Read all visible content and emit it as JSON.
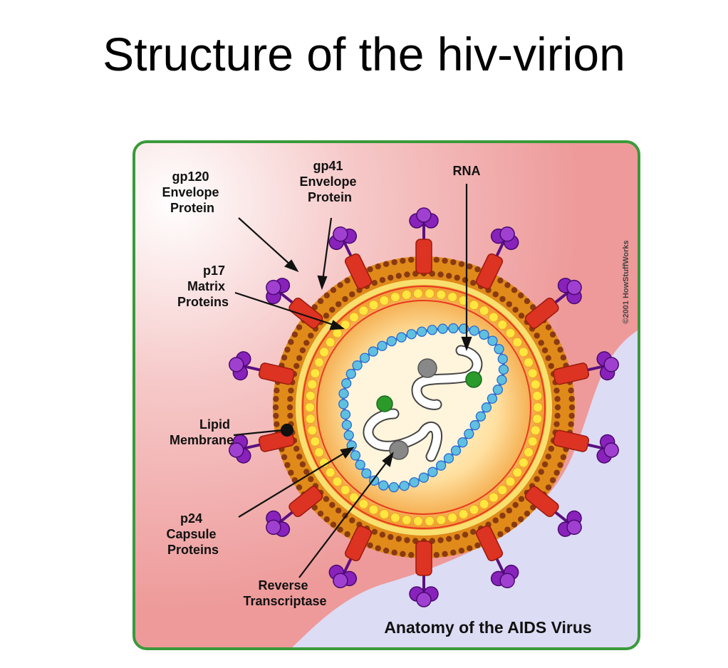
{
  "title": "Structure of the hiv-virion",
  "diagram": {
    "caption": "Anatomy of the AIDS Virus",
    "copyright": "©2001 HowStuffWorks",
    "labels": {
      "gp120": [
        "gp120",
        "Envelope",
        "Protein"
      ],
      "gp41": [
        "gp41",
        "Envelope",
        "Protein"
      ],
      "rna": [
        "RNA"
      ],
      "p17": [
        "p17",
        "Matrix",
        "Proteins"
      ],
      "lipid": [
        "Lipid",
        "Membrane"
      ],
      "p24": [
        "p24",
        "Capsule",
        "Proteins"
      ],
      "rt": [
        "Reverse",
        "Transcriptase"
      ]
    },
    "colors": {
      "frame": "#3a9a3a",
      "background_pink": "#f0a0a0",
      "background_lavender": "#dcdcf4",
      "membrane": "#e08a1a",
      "membrane_dots": "#8a3a10",
      "matrix": "#f5c030",
      "spike_stalk": "#dd3322",
      "spike_knob": "#8822bb",
      "capsid": "#60c0e0",
      "rna": "#ffffff",
      "enzyme_green": "#2a9a2a",
      "enzyme_gray": "#888888"
    }
  }
}
